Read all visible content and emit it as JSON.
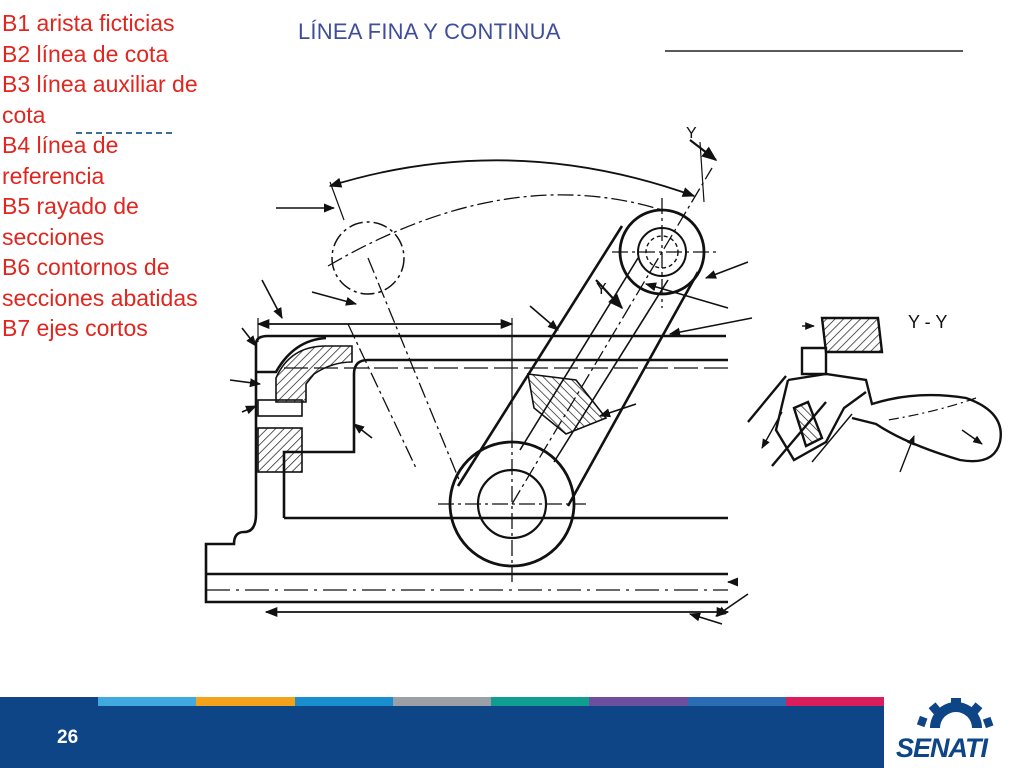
{
  "slide": {
    "title": "LÍNEA FINA Y CONTINUA",
    "legend": [
      "B1 arista ficticias",
      "B2 línea de cota",
      "B3 línea auxiliar de cota",
      "B4 línea de referencia",
      "B5 rayado de secciones",
      "B6 contornos de secciones abatidas",
      "B7 ejes cortos"
    ]
  },
  "drawing": {
    "section_label": "Y - Y",
    "cut_label_top": "Y",
    "cut_label_mid": "Y"
  },
  "footer": {
    "page_number": "26",
    "logo_text": "SENATI",
    "stripe_colors": [
      "#0e4586",
      "#3fa9e0",
      "#f5a21b",
      "#1a8fcf",
      "#9aa0a6",
      "#0f9e8f",
      "#6c4f9e",
      "#2a6db5",
      "#d91e5b"
    ]
  },
  "colors": {
    "legend": "#e0261f",
    "title": "#3f4e9b",
    "footer_bar": "#0e4586"
  }
}
